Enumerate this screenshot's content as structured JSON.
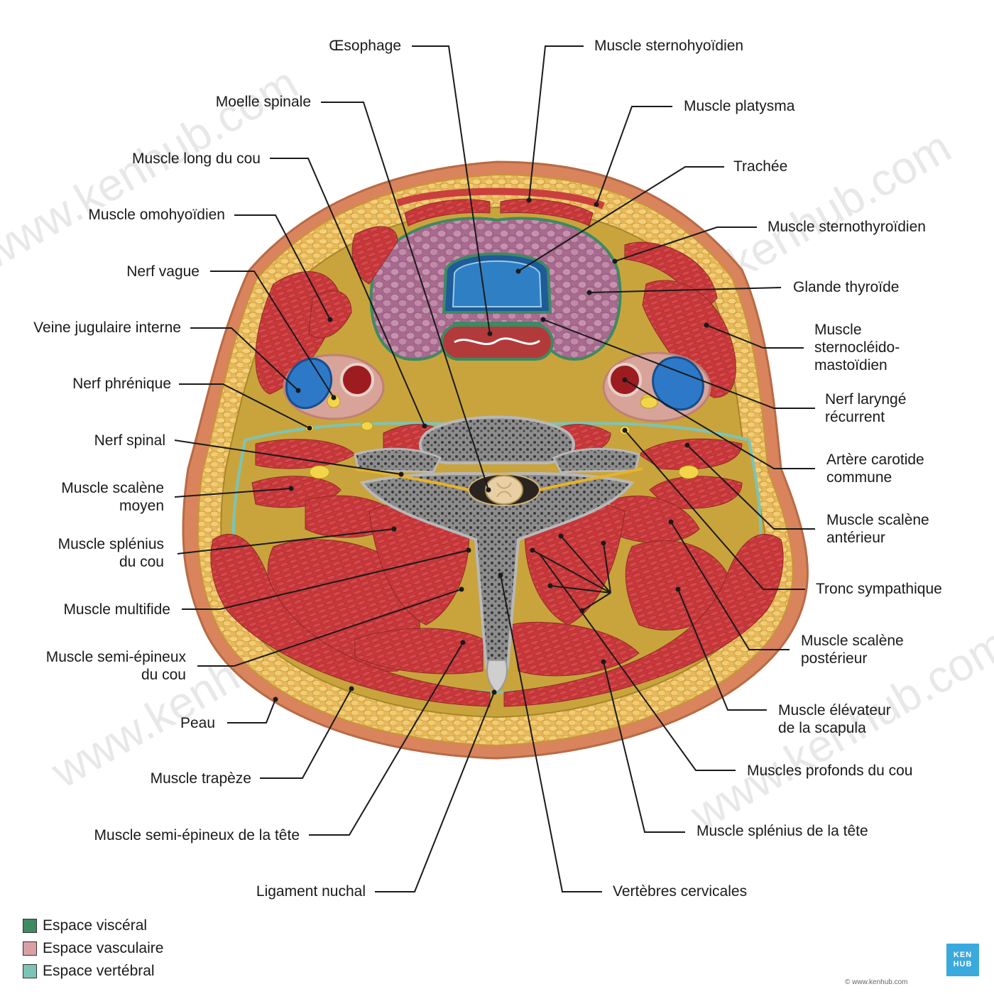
{
  "labels_left": [
    {
      "id": "oesophage",
      "text": "Œsophage"
    },
    {
      "id": "moelle",
      "text": "Moelle spinale"
    },
    {
      "id": "long-cou",
      "text": "Muscle long du cou"
    },
    {
      "id": "omohyoidien",
      "text": "Muscle omohyoïdien"
    },
    {
      "id": "nerf-vague",
      "text": "Nerf vague"
    },
    {
      "id": "veine-jugulaire",
      "text": "Veine jugulaire interne"
    },
    {
      "id": "nerf-phrenique",
      "text": "Nerf phrénique"
    },
    {
      "id": "nerf-spinal",
      "text": "Nerf spinal"
    },
    {
      "id": "scalene-moyen",
      "text": "Muscle scalène\nmoyen"
    },
    {
      "id": "splenius-cou",
      "text": "Muscle splénius\ndu cou"
    },
    {
      "id": "multifide",
      "text": "Muscle multifide"
    },
    {
      "id": "semi-epineux-cou",
      "text": "Muscle semi-épineux\ndu cou"
    },
    {
      "id": "peau",
      "text": "Peau"
    },
    {
      "id": "trapeze",
      "text": "Muscle trapèze"
    },
    {
      "id": "semi-epineux-tete",
      "text": "Muscle semi-épineux de la tête"
    },
    {
      "id": "ligament-nuchal",
      "text": "Ligament nuchal"
    }
  ],
  "labels_right": [
    {
      "id": "sternohyoidien",
      "text": "Muscle sternohyoïdien"
    },
    {
      "id": "platysma",
      "text": "Muscle platysma"
    },
    {
      "id": "trachee",
      "text": "Trachée"
    },
    {
      "id": "sternothyroidien",
      "text": "Muscle sternothyroïdien"
    },
    {
      "id": "glande-thyroide",
      "text": "Glande thyroïde"
    },
    {
      "id": "scm",
      "text": "Muscle\nsternocléido-\nmastoïdien"
    },
    {
      "id": "nerf-larynge",
      "text": "Nerf laryngé\nrécurrent"
    },
    {
      "id": "carotide",
      "text": "Artère carotide\ncommune"
    },
    {
      "id": "scalene-anterieur",
      "text": "Muscle scalène\nantérieur"
    },
    {
      "id": "tronc-sympathique",
      "text": "Tronc sympathique"
    },
    {
      "id": "scalene-posterieur",
      "text": "Muscle scalène\npostérieur"
    },
    {
      "id": "elevateur-scapula",
      "text": "Muscle élévateur\nde la scapula"
    },
    {
      "id": "profonds-cou",
      "text": "Muscles profonds du cou"
    },
    {
      "id": "splenius-tete",
      "text": "Muscle splénius de la tête"
    },
    {
      "id": "vertebres",
      "text": "Vertèbres cervicales"
    }
  ],
  "legend": [
    {
      "text": "Espace viscéral",
      "color": "#3d8a63"
    },
    {
      "text": "Espace vasculaire",
      "color": "#d9a0a4"
    },
    {
      "text": "Espace vertébral",
      "color": "#7cc4b8"
    }
  ],
  "badge": {
    "line1": "KEN",
    "line2": "HUB"
  },
  "copyright": "© www.kenhub.com",
  "watermark": "www.kenhub.com"
}
